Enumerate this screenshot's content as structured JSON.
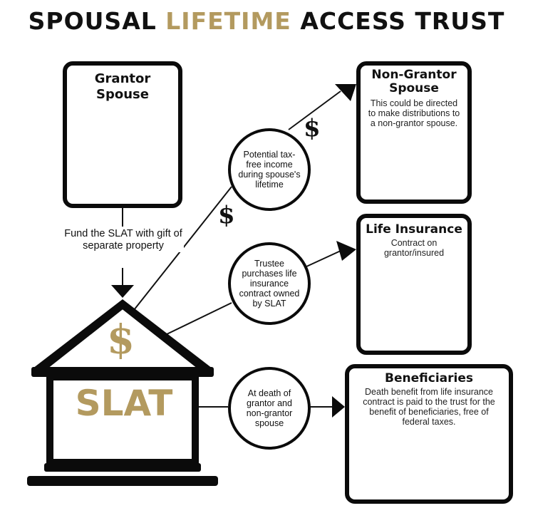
{
  "title": {
    "part1": "SPOUSAL ",
    "part2": "LIFETIME",
    "part3": " ACCESS TRUST"
  },
  "grantor": {
    "line1": "Grantor",
    "line2": "Spouse"
  },
  "fund_label": "Fund the SLAT with gift of separate property",
  "slat": {
    "symbol": "$",
    "label": "SLAT"
  },
  "circles": {
    "income": "Potential tax-free income during spouse's lifetime",
    "trustee": "Trustee purchases life insurance contract owned by SLAT",
    "death": "At death of grantor and non-grantor spouse"
  },
  "dollar_symbol": "$",
  "non_grantor": {
    "title": "Non-Grantor Spouse",
    "desc": "This could be directed to make distributions to a non-grantor spouse."
  },
  "life_insurance": {
    "title": "Life Insurance",
    "desc": "Contract on grantor/insured"
  },
  "beneficiaries": {
    "title": "Beneficiaries",
    "desc": "Death benefit from life insurance contract is paid to the trust for the benefit of beneficiaries, free of federal taxes."
  },
  "colors": {
    "accent": "#b39a5f",
    "outline": "#0b0b0b"
  }
}
